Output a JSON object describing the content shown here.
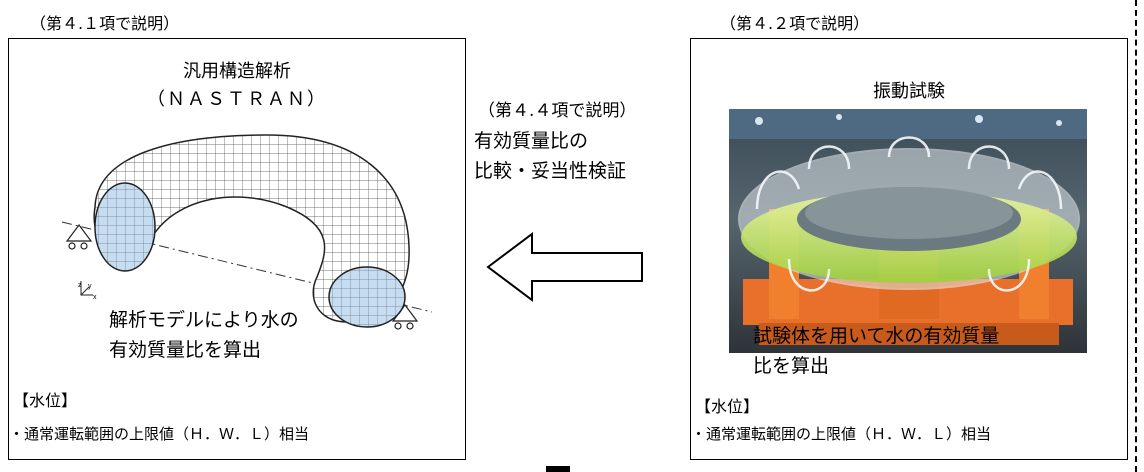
{
  "left": {
    "section_ref": "（第４.１項で説明）",
    "title_line1": "汎用構造解析",
    "title_line2": "（ＮＡＳＴＲＡＮ）",
    "desc_line1": "解析モデルにより水の",
    "desc_line2": "有効質量比を算出",
    "water_level_heading": "【水位】",
    "water_level_item": "・通常運転範囲の上限値（Ｈ．Ｗ．Ｌ）相当"
  },
  "middle": {
    "section_ref": "（第４.４項で説明）",
    "line1": "有効質量比の",
    "line2": "比較・妥当性検証"
  },
  "right": {
    "section_ref": "（第４.２項で説明）",
    "title": "振動試験",
    "desc_line1": "試験体を用いて水の有効質量",
    "desc_line2": "比を算出",
    "water_level_heading": "【水位】",
    "water_level_item": "・通常運転範囲の上限値（Ｈ．Ｗ．Ｌ）相当"
  },
  "icons": {
    "left_arrow": "hollow-left-arrow",
    "axis_label": "axis-triad-icon"
  },
  "colors": {
    "mesh_fill": "#c6dcf0",
    "frame_orange": "#e8702a",
    "water_green": "#c8e85a"
  }
}
